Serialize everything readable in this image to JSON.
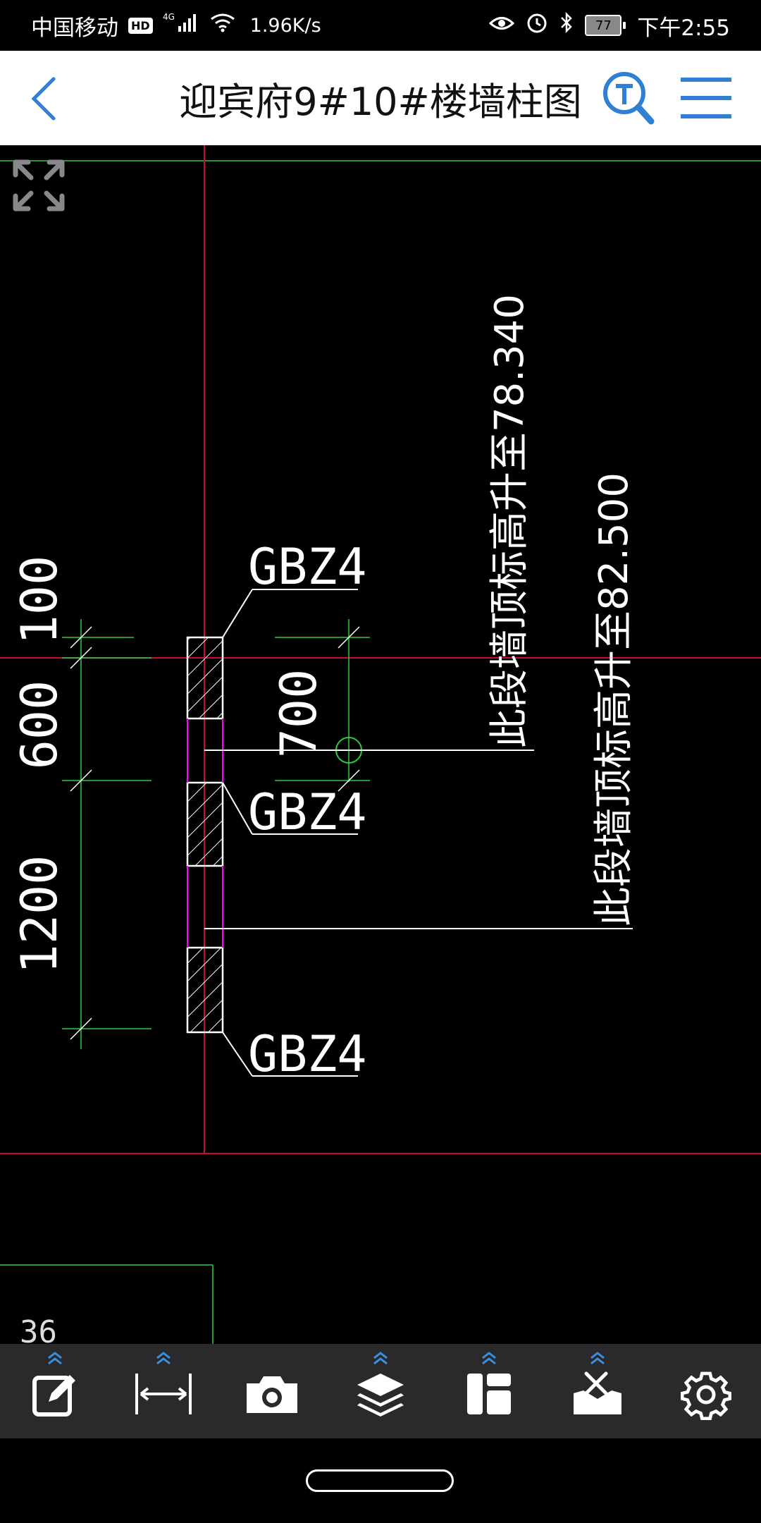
{
  "status_bar": {
    "carrier": "中国移动",
    "hd": "HD",
    "network": "4G",
    "speed": "1.96K/s",
    "battery": "77",
    "time": "下午2:55"
  },
  "header": {
    "title": "迎宾府9#10#楼墙柱图"
  },
  "drawing": {
    "labels": {
      "gbz_top": "GBZ4",
      "gbz_mid": "GBZ4",
      "gbz_bottom": "GBZ4",
      "dim_100": "100",
      "dim_600": "600",
      "dim_1200": "1200",
      "dim_700": "700",
      "note_1": "此段墙顶标高升至78.340",
      "note_2": "此段墙顶标高升至82.500",
      "partial_text": "36"
    },
    "colors": {
      "background": "#000000",
      "red_line": "#c8102e",
      "green_line": "#2ecc40",
      "white_line": "#ffffff",
      "magenta_line": "#ff00ff"
    }
  },
  "toolbar": {
    "tools": [
      {
        "name": "annotate",
        "icon": "edit-icon"
      },
      {
        "name": "measure",
        "icon": "measure-icon"
      },
      {
        "name": "camera",
        "icon": "camera-icon"
      },
      {
        "name": "layers",
        "icon": "layers-icon"
      },
      {
        "name": "layout",
        "icon": "layout-icon"
      },
      {
        "name": "toolbox",
        "icon": "toolbox-icon"
      },
      {
        "name": "settings",
        "icon": "gear-icon"
      }
    ]
  }
}
